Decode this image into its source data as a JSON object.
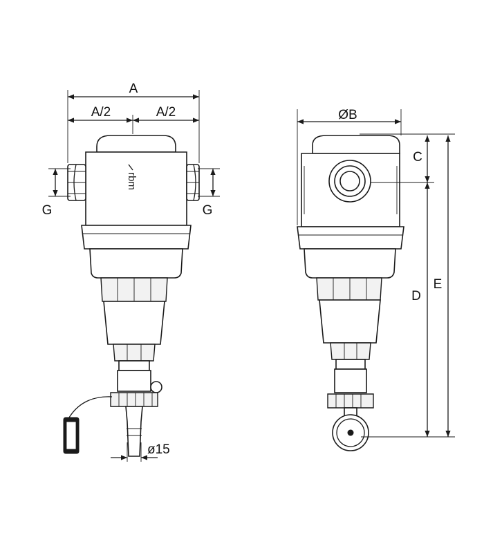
{
  "diagram": {
    "front_view": {
      "dim_overall_width": "A",
      "dim_half_width_left": "A/2",
      "dim_half_width_right": "A/2",
      "dim_connection_left": "G",
      "dim_connection_right": "G",
      "dim_outlet": "ø15",
      "logo": "rbm"
    },
    "side_view": {
      "dim_diameter": "ØB",
      "dim_top_to_port": "C",
      "dim_port_to_bottom": "D",
      "dim_total_height": "E"
    }
  },
  "colors": {
    "line": "#1a1a1a",
    "background": "#ffffff"
  }
}
